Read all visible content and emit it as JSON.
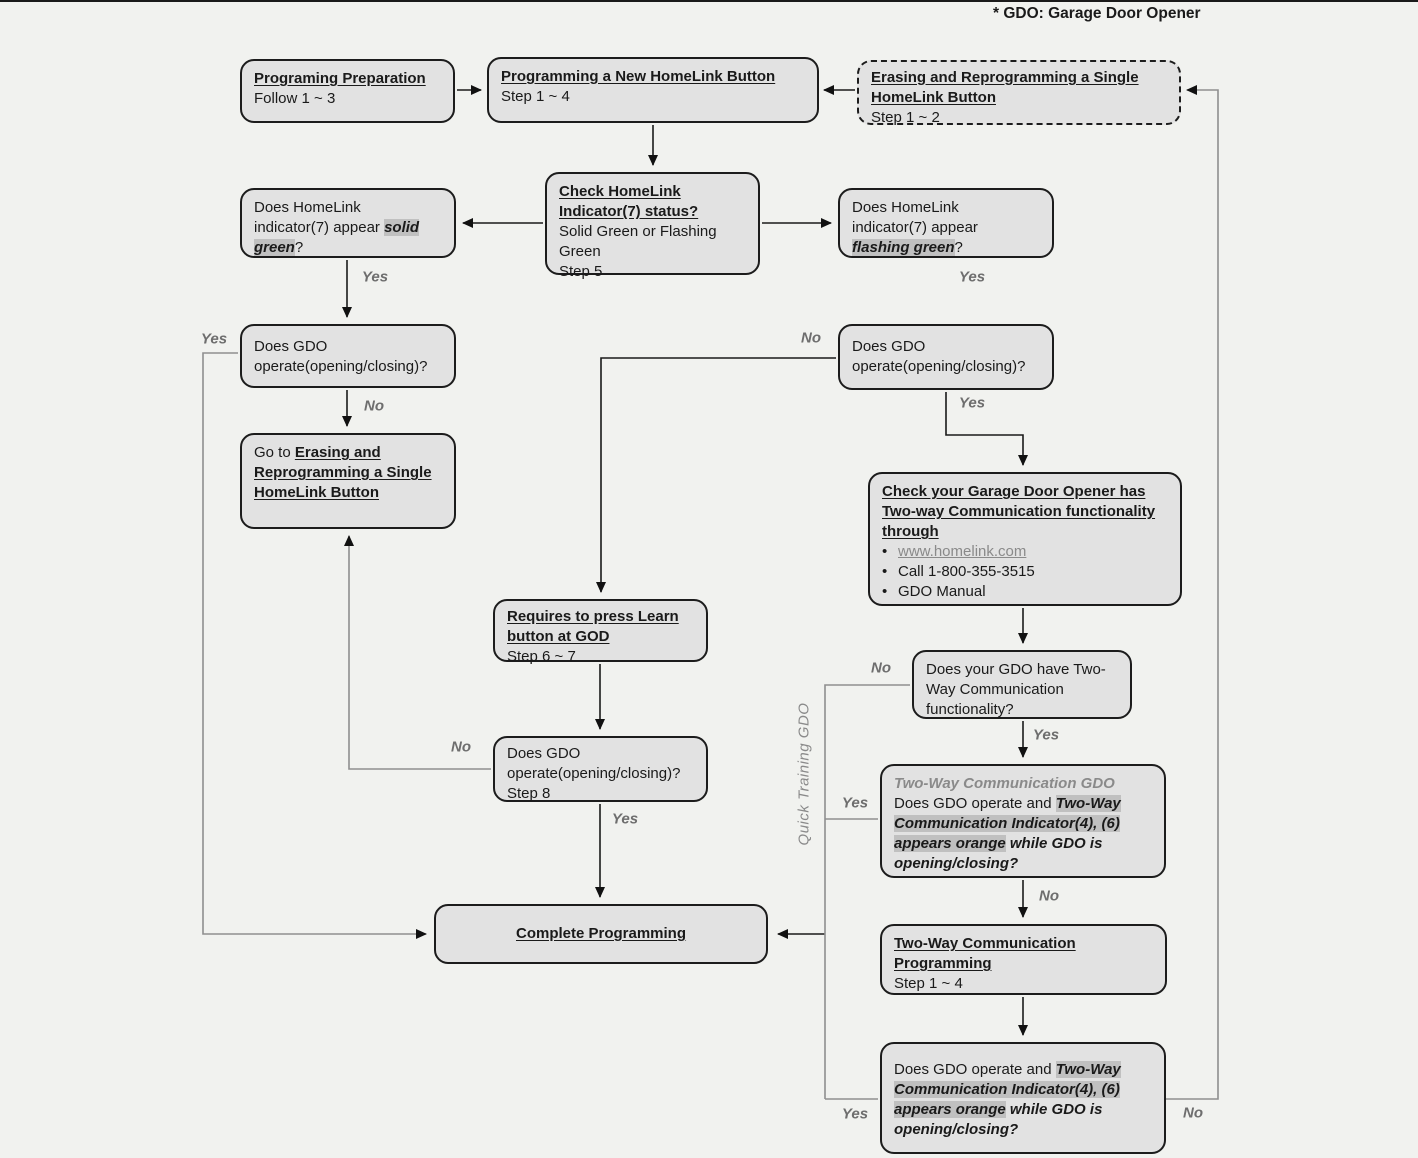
{
  "note": "* GDO: Garage Door Opener",
  "nodes": {
    "prep": {
      "title": "Programing Preparation",
      "subtitle": "Follow 1 ~ 3"
    },
    "newButton": {
      "title": "Programming a New HomeLink Button",
      "subtitle": "Step 1 ~ 4"
    },
    "erase": {
      "title": "Erasing and Reprogramming a Single HomeLink Button",
      "subtitle": "Step 1 ~ 2"
    },
    "checkIndicator": {
      "title": "Check HomeLink Indicator(7) status?",
      "body": "Solid Green or Flashing Green",
      "step": "Step 5"
    },
    "solidGreen": {
      "pre": "Does HomeLink indicator(7) appear ",
      "em": "solid green",
      "post": "?"
    },
    "flashingGreen": {
      "pre": "Does HomeLink indicator(7) appear ",
      "em": "flashing green",
      "post": "?"
    },
    "gdoOperateLeft": {
      "text": "Does GDO operate(opening/closing)?"
    },
    "goToErase": {
      "pre": "Go to ",
      "target": "Erasing and Reprogramming a Single HomeLink Button"
    },
    "gdoOperateRight": {
      "text": "Does GDO operate(opening/closing)?"
    },
    "checkTwoWay": {
      "title": "Check your Garage Door Opener has Two-way Communication functionality through",
      "bullet_marker": "•",
      "bullet1": "www.homelink.com",
      "bullet2": "Call 1-800-355-3515",
      "bullet3": "GDO Manual"
    },
    "haveTwoWay": {
      "text": "Does your GDO have Two-Way Communication functionality?"
    },
    "twoWayGdo": {
      "heading": "Two-Way Communication GDO",
      "pre": "Does GDO operate and ",
      "em": "Two-Way Communication Indicator(4), (6) appears orange",
      "post": " while GDO is opening/closing?"
    },
    "twoWayProg": {
      "title": "Two-Way Communication Programming",
      "subtitle": "Step 1 ~ 4"
    },
    "finalCheck": {
      "pre": "Does GDO operate and ",
      "em": "Two-Way Communication Indicator(4), (6) appears orange",
      "post": " while GDO is opening/closing?"
    },
    "learn": {
      "title": "Requires to press Learn button at GOD",
      "subtitle": "Step 6 ~ 7"
    },
    "step8": {
      "text": "Does GDO operate(opening/closing)?",
      "step": "Step 8"
    },
    "complete": {
      "title": "Complete Programming"
    }
  },
  "labels": {
    "yes1": "Yes",
    "yes2": "Yes",
    "yes3": "Yes",
    "yes4": "Yes",
    "yes5": "Yes",
    "yes6": "Yes",
    "yes7": "Yes",
    "yes8": "Yes",
    "no1": "No",
    "no2": "No",
    "no3": "No",
    "no4": "No",
    "no5": "No",
    "no6": "No",
    "quickTraining": "Quick Training GDO"
  },
  "colors": {
    "background": "#f1f2ef",
    "boxFill": "#e2e2e2",
    "boxBorder": "#1c1c1c",
    "highlight": "#c0c0c0",
    "grayText": "#8a8a8a",
    "edgeGray": "#8f8f8f"
  }
}
